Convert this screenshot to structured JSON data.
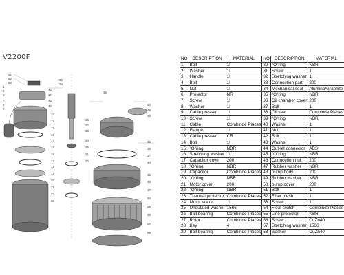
{
  "model": "V2200F",
  "table": {
    "headers": [
      "NO",
      "DESCRIPTION",
      "MATERIAL",
      "NO",
      "DESCRIPTION",
      "MATERIAL"
    ],
    "left": [
      [
        "1",
        "Bolt",
        "1I"
      ],
      [
        "2",
        "Washer",
        "1I"
      ],
      [
        "3",
        "Handle",
        "1I"
      ],
      [
        "4",
        "Bolt",
        "1I"
      ],
      [
        "5",
        "Nut",
        "1I"
      ],
      [
        "6",
        "Protector",
        "NR"
      ],
      [
        "7",
        "Screw",
        "1I"
      ],
      [
        "8",
        "Washer",
        "1I"
      ],
      [
        "9",
        "Cable presser",
        "1I"
      ],
      [
        "10",
        "Screw",
        "1I"
      ],
      [
        "11",
        "Cable",
        "Combinde Piaces"
      ],
      [
        "12",
        "Flange",
        "1I"
      ],
      [
        "13",
        "Cable presser",
        "CR"
      ],
      [
        "14",
        "Bolt",
        "1I"
      ],
      [
        "15",
        "\"O\"ring",
        "NBR"
      ],
      [
        "16",
        "Stretching washer",
        "1I"
      ],
      [
        "17",
        "Capacitor cover",
        "200"
      ],
      [
        "18",
        "\"O\"ring",
        "NBR"
      ],
      [
        "19",
        "Capacitor",
        "Combinde Piaces"
      ],
      [
        "20",
        "\"O\"ring",
        "NBR"
      ],
      [
        "21",
        "Motor cover",
        "200"
      ],
      [
        "22",
        "\"O\"ring",
        "NBR"
      ],
      [
        "23",
        "Thermal protector",
        "Combinde Piaces"
      ],
      [
        "24",
        "Motor stator",
        "1I"
      ],
      [
        "25",
        "Undulated washer",
        "1566"
      ],
      [
        "26",
        "Ball bearing",
        "Combinde Piaces"
      ],
      [
        "27",
        "Rotor",
        "Combinde Piaces"
      ],
      [
        "28",
        "Key",
        "4"
      ],
      [
        "29",
        "Ball bearing",
        "Combinde Piaces"
      ]
    ],
    "right": [
      [
        "30",
        "\"O\"ring",
        "NBR"
      ],
      [
        "31",
        "Screw",
        "1I"
      ],
      [
        "32",
        "Stretching washer",
        "1I"
      ],
      [
        "33",
        "Conncetion part",
        "200"
      ],
      [
        "34",
        "Mechanical seal",
        "Alumina/Graphite"
      ],
      [
        "35",
        "\"O\"ring",
        "NBR"
      ],
      [
        "36",
        "Oil chamber cover",
        "200"
      ],
      [
        "37",
        "Bolt",
        "1I"
      ],
      [
        "38",
        "Oil seal",
        "Combinde Piaces"
      ],
      [
        "39",
        "\"O\"ring",
        "NBR"
      ],
      [
        "40",
        "Washer",
        "1I"
      ],
      [
        "41",
        "Nut",
        "1I"
      ],
      [
        "42",
        "Bolt",
        "1I"
      ],
      [
        "43",
        "Washer",
        "1I"
      ],
      [
        "44",
        "Out-let connector",
        "ABS"
      ],
      [
        "45",
        "\"O\"ring",
        "NBR"
      ],
      [
        "46",
        "Conncetion nut",
        "200"
      ],
      [
        "47",
        "Rubber washer",
        "NBR"
      ],
      [
        "48",
        "pump body",
        "200"
      ],
      [
        "49",
        "Rubber washer",
        "NBR"
      ],
      [
        "50",
        "pump cover",
        "200"
      ],
      [
        "51",
        "Bolt",
        "1I"
      ],
      [
        "52",
        "Filter mesh",
        "1I"
      ],
      [
        "53",
        "Screw",
        "1I"
      ],
      [
        "54",
        "Float switch",
        "Combinde Piaces"
      ],
      [
        "55",
        "Line protector",
        "NBR"
      ],
      [
        "56",
        "Screw",
        "CuZn40"
      ],
      [
        "57",
        "Stretching washer",
        "1566"
      ],
      [
        "58",
        "washer",
        "CuZn40"
      ]
    ]
  },
  "callouts": [
    "51",
    "52",
    "53",
    "42",
    "41",
    "43",
    "40",
    "39",
    "34",
    "26",
    "27",
    "33",
    "38",
    "50",
    "49",
    "48",
    "1",
    "2",
    "3",
    "7",
    "8",
    "9",
    "10",
    "11",
    "12",
    "13",
    "14",
    "15",
    "16",
    "17",
    "18",
    "19",
    "20",
    "21",
    "22",
    "23",
    "24",
    "25",
    "31",
    "32",
    "35",
    "36",
    "37",
    "44",
    "45",
    "46",
    "47",
    "54",
    "55",
    "56",
    "57",
    "58"
  ]
}
